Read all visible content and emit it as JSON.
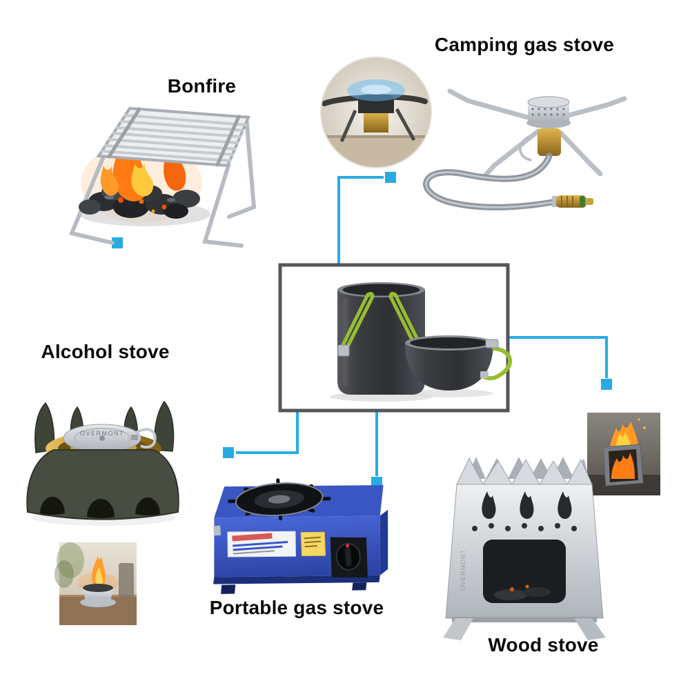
{
  "colors": {
    "accent": "#29abe2",
    "center_box_border": "#55565a",
    "background": "#ffffff"
  },
  "brand_text": "OVERMONT",
  "labels": {
    "bonfire": "Bonfire",
    "camping_gas_stove": "Camping gas stove",
    "alcohol_stove": "Alcohol stove",
    "portable_gas_stove": "Portable gas stove",
    "wood_stove": "Wood stove"
  }
}
